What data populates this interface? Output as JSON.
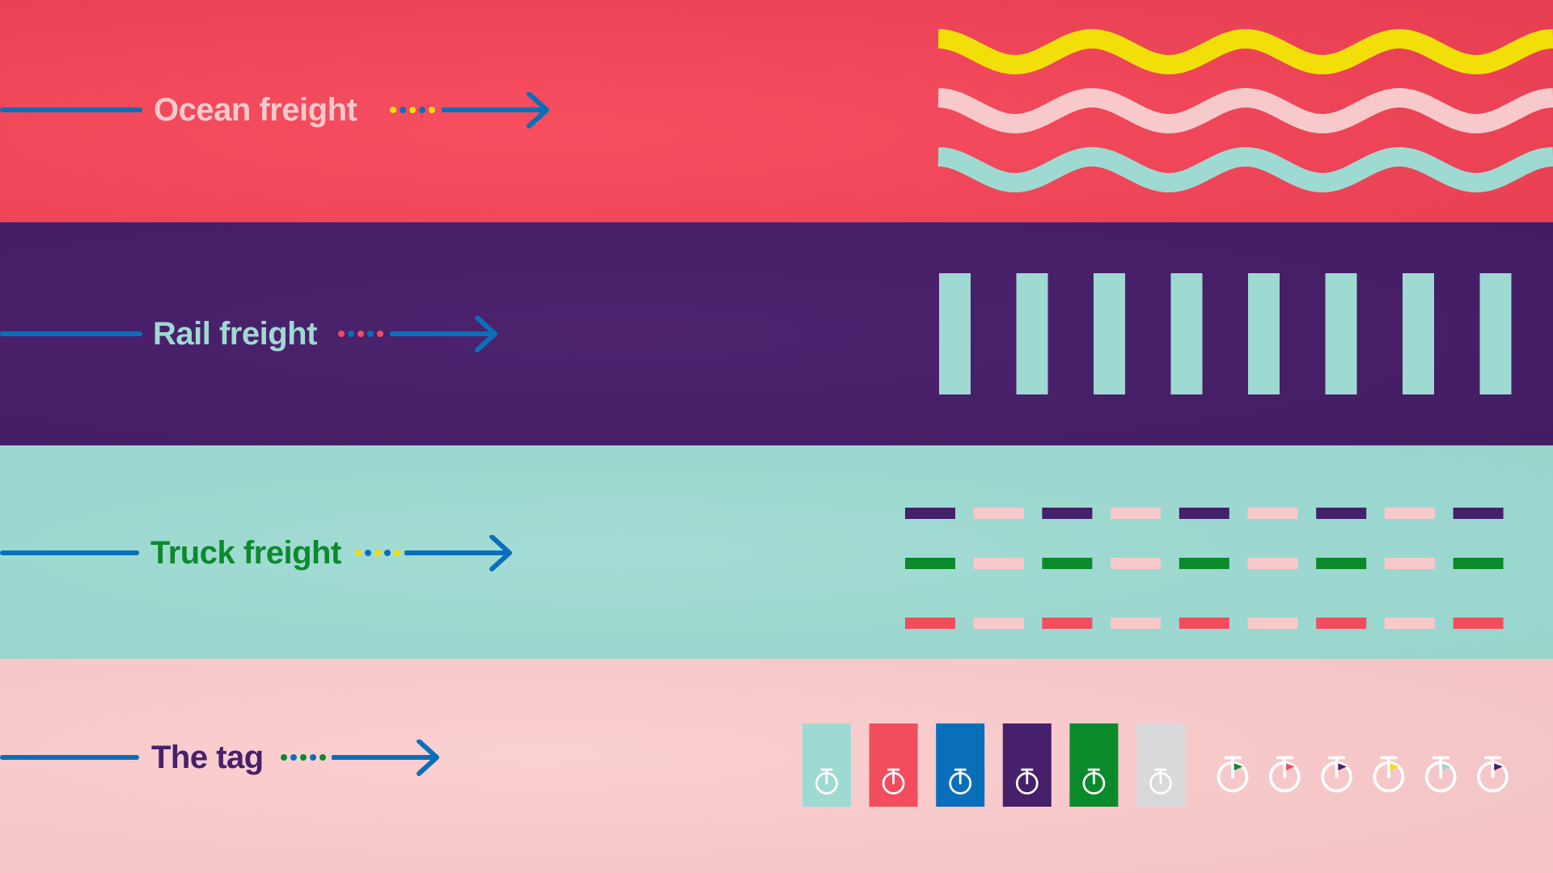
{
  "colors": {
    "coral": "#f24d5d",
    "coral_dark": "#e83f53",
    "purple": "#46206a",
    "mint": "#9fdad2",
    "pink": "#f8c9cb",
    "blue": "#0a6fba",
    "yellow": "#f2df0a",
    "green": "#0b8a2c",
    "grey": "#d9d9dc",
    "white": "#ffffff"
  },
  "bands": [
    {
      "id": "ocean",
      "label": "Ocean freight",
      "label_color": "#f8c9cb",
      "background": "#f24d5d",
      "dot_colors": [
        "#f2df0a",
        "#0a6fba",
        "#f2df0a",
        "#0a6fba",
        "#f2df0a"
      ],
      "pattern": "waves",
      "wave_colors": [
        "#f2df0a",
        "#f8c9cb",
        "#9fdad2"
      ]
    },
    {
      "id": "rail",
      "label": "Rail freight",
      "label_color": "#9fdad2",
      "background": "#46206a",
      "dot_colors": [
        "#f24d5d",
        "#0a6fba",
        "#f24d5d",
        "#0a6fba",
        "#f24d5d"
      ],
      "pattern": "ties",
      "tie_color": "#9fdad2",
      "tie_count": 8
    },
    {
      "id": "truck",
      "label": "Truck freight",
      "label_color": "#0b8a2c",
      "background": "#9fdad2",
      "dot_colors": [
        "#f2df0a",
        "#0a6fba",
        "#f2df0a",
        "#0a6fba",
        "#f2df0a"
      ],
      "pattern": "dashes",
      "dash_rows": [
        [
          "#46206a",
          "#f8c9cb"
        ],
        [
          "#0b8a2c",
          "#f8c9cb"
        ],
        [
          "#f24d5d",
          "#f8c9cb"
        ]
      ],
      "dash_count": 9
    },
    {
      "id": "tag",
      "label": "The tag",
      "label_color": "#46206a",
      "background": "#f8c9cb",
      "dot_colors": [
        "#0b8a2c",
        "#0a6fba",
        "#0b8a2c",
        "#0a6fba",
        "#0b8a2c"
      ],
      "pattern": "tags",
      "tag_swatches": [
        "#9fdad2",
        "#f24d5d",
        "#0a6fba",
        "#46206a",
        "#0b8a2c",
        "#d9d9dc"
      ],
      "tag_icon": "timer-icon",
      "timer_flag_colors": [
        "#0b8a2c",
        "#f24d5d",
        "#46206a",
        "#f2df0a",
        "#9fdad2",
        "#46206a"
      ]
    }
  ]
}
